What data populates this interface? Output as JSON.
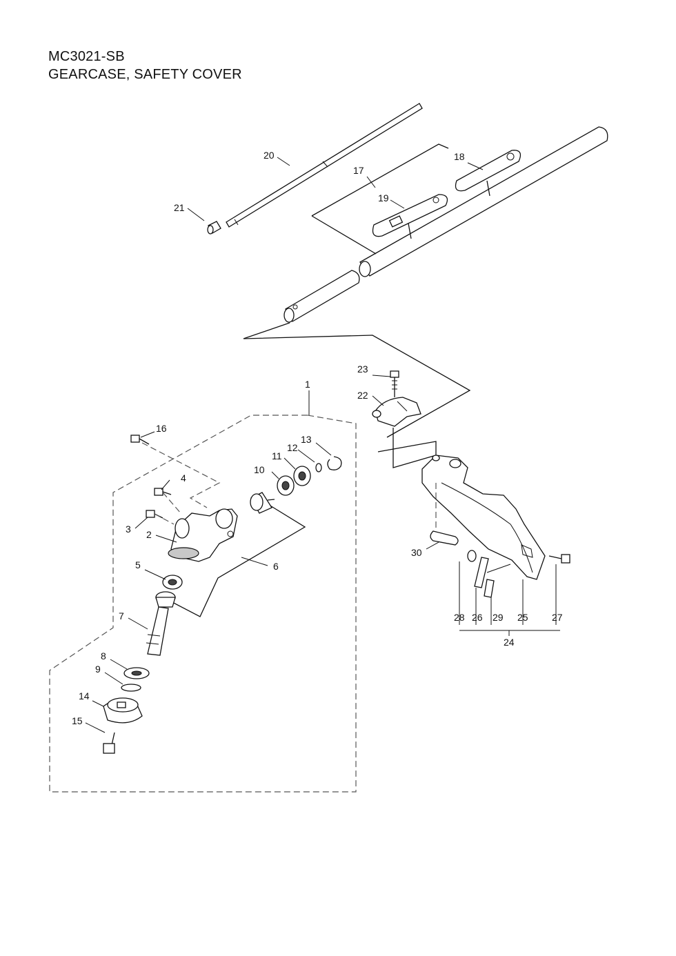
{
  "header": {
    "model": "MC3021-SB",
    "section": "GEARCASE, SAFETY COVER"
  },
  "callouts": [
    "1",
    "2",
    "3",
    "4",
    "5",
    "6",
    "7",
    "8",
    "9",
    "10",
    "11",
    "12",
    "13",
    "14",
    "15",
    "16",
    "17",
    "18",
    "19",
    "20",
    "21",
    "22",
    "23",
    "24",
    "25",
    "26",
    "27",
    "28",
    "29",
    "30"
  ]
}
